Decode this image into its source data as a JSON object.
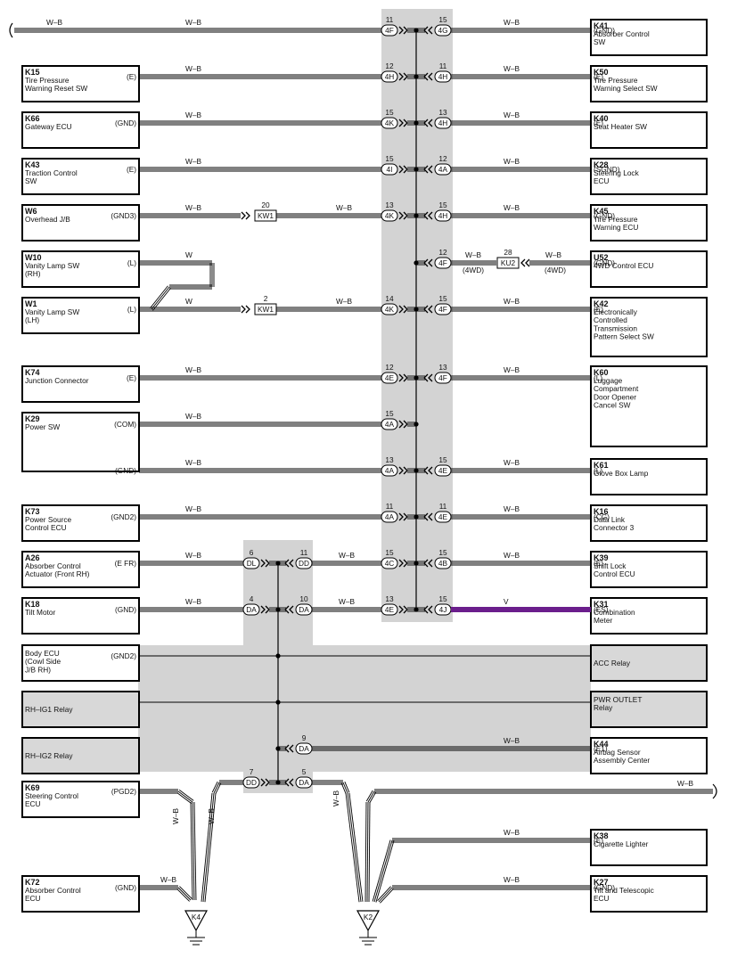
{
  "colors": {
    "splice_area": "#d3d3d3",
    "relay_fill": "#d8d8d8",
    "wire": "#000000",
    "violet_wire": "#6b1e8c"
  },
  "left_components": [
    {
      "id": "K15",
      "name": [
        "Tire Pressure",
        "Warning Reset SW"
      ],
      "pin": "(E)",
      "wire": "W–B"
    },
    {
      "id": "K66",
      "name": [
        "Gateway ECU"
      ],
      "pin": "(GND)",
      "wire": "W–B"
    },
    {
      "id": "K43",
      "name": [
        "Traction Control",
        "SW"
      ],
      "pin": "(E)",
      "wire": "W–B"
    },
    {
      "id": "W6",
      "name": [
        "Overhead J/B"
      ],
      "pin": "(GND3)",
      "wire": "W–B"
    },
    {
      "id": "W10",
      "name": [
        "Vanity Lamp SW",
        "(RH)"
      ],
      "pin": "(L)",
      "wire": "W"
    },
    {
      "id": "W1",
      "name": [
        "Vanity Lamp SW",
        "(LH)"
      ],
      "pin": "(L)",
      "wire": "W"
    },
    {
      "id": "K74",
      "name": [
        "Junction Connector"
      ],
      "pin": "(E)",
      "wire": "W–B"
    },
    {
      "id": "K29",
      "name": [
        "Power SW"
      ],
      "pins": [
        "(COM)",
        "(GND)"
      ],
      "wire": "W–B"
    },
    {
      "id": "K73",
      "name": [
        "Power Source",
        "Control ECU"
      ],
      "pin": "(GND2)",
      "wire": "W–B"
    },
    {
      "id": "A26",
      "name": [
        "Absorber Control",
        "Actuator (Front RH)"
      ],
      "pin": "(E FR)",
      "wire": "W–B"
    },
    {
      "id": "K18",
      "name": [
        "Tilt Motor"
      ],
      "pin": "(GND)",
      "wire": "W–B"
    },
    {
      "id": "",
      "name": [
        "Body ECU",
        "(Cowl Side",
        "J/B RH)"
      ],
      "pin": "(GND2)"
    },
    {
      "id": "",
      "name": [
        "RH–IG1 Relay"
      ]
    },
    {
      "id": "",
      "name": [
        "RH–IG2 Relay"
      ]
    },
    {
      "id": "K69",
      "name": [
        "Steering Control",
        "ECU"
      ],
      "pin": "(PGD2)",
      "wire": "W–B"
    },
    {
      "id": "K72",
      "name": [
        "Absorber Control",
        "ECU"
      ],
      "pin": "(GND)",
      "wire": "W–B"
    }
  ],
  "right_components": [
    {
      "id": "K41",
      "name": [
        "Absorber Control",
        "SW"
      ],
      "pin": "(GND)",
      "wire": "W–B"
    },
    {
      "id": "K50",
      "name": [
        "Tire Pressure",
        "Warning Select SW"
      ],
      "pin": "(E)",
      "wire": "W–B"
    },
    {
      "id": "K40",
      "name": [
        "Seat Heater SW"
      ],
      "pin": "(E)",
      "wire": "W–B"
    },
    {
      "id": "K28",
      "name": [
        "Steering Lock",
        "ECU"
      ],
      "pin": "(SGND)",
      "wire": "W–B"
    },
    {
      "id": "K45",
      "name": [
        "Tire Pressure",
        "Warning ECU"
      ],
      "pin": "(GND)",
      "wire": "W–B"
    },
    {
      "id": "U52",
      "name": [
        "4WD Control ECU"
      ],
      "pin": "(GND)",
      "wire": "W–B"
    },
    {
      "id": "K42",
      "name": [
        "Electronically",
        "Controlled",
        "Transmission",
        "Pattern Select SW"
      ],
      "pin": "(E)",
      "wire": "W–B"
    },
    {
      "id": "K60",
      "name": [
        "Luggage",
        "Compartment",
        "Door Opener",
        "Cancel SW"
      ],
      "pin": "(L)",
      "wire": "W–B"
    },
    {
      "id": "K61",
      "name": [
        "Glove Box Lamp"
      ],
      "pin": "(L)",
      "wire": "W–B"
    },
    {
      "id": "K16",
      "name": [
        "Data Link",
        "Connector 3"
      ],
      "pin": "(CG)",
      "wire": "W–B"
    },
    {
      "id": "K39",
      "name": [
        "Shift Lock",
        "Control ECU"
      ],
      "pin": "(E)",
      "wire": "W–B"
    },
    {
      "id": "K31",
      "name": [
        "Combination",
        "Meter"
      ],
      "pin": "(ES)",
      "wire": "V"
    },
    {
      "id": "",
      "name": [
        "ACC Relay"
      ]
    },
    {
      "id": "",
      "name": [
        "PWR OUTLET",
        "Relay"
      ]
    },
    {
      "id": "K44",
      "name": [
        "Airbag Sensor",
        "Assembly Center"
      ],
      "pin": "(E1)",
      "wire": "W–B"
    },
    {
      "id": "K38",
      "name": [
        "Cigarette Lighter"
      ],
      "pin": "(E)",
      "wire": "W–B"
    },
    {
      "id": "K27",
      "name": [
        "Tilt and Telescopic",
        "ECU"
      ],
      "pin": "(GND)",
      "wire": "W–B"
    }
  ],
  "center_connectors": [
    {
      "left": {
        "num": "11",
        "code": "4F"
      },
      "right": {
        "num": "15",
        "code": "4G"
      }
    },
    {
      "left": {
        "num": "12",
        "code": "4H"
      },
      "right": {
        "num": "11",
        "code": "4H"
      }
    },
    {
      "left": {
        "num": "15",
        "code": "4K"
      },
      "right": {
        "num": "13",
        "code": "4H"
      }
    },
    {
      "left": {
        "num": "15",
        "code": "4I"
      },
      "right": {
        "num": "12",
        "code": "4A"
      }
    },
    {
      "left": {
        "num": "13",
        "code": "4K"
      },
      "right": {
        "num": "15",
        "code": "4H"
      }
    },
    {
      "right": {
        "num": "12",
        "code": "4F"
      }
    },
    {
      "left": {
        "num": "14",
        "code": "4K"
      },
      "right": {
        "num": "15",
        "code": "4F"
      }
    },
    {
      "left": {
        "num": "12",
        "code": "4E"
      },
      "right": {
        "num": "13",
        "code": "4F"
      }
    },
    {
      "left": {
        "num": "15",
        "code": "4A"
      }
    },
    {
      "left": {
        "num": "13",
        "code": "4A"
      },
      "right": {
        "num": "15",
        "code": "4E"
      }
    },
    {
      "left": {
        "num": "11",
        "code": "4A"
      },
      "right": {
        "num": "11",
        "code": "4E"
      }
    },
    {
      "left": {
        "num": "15",
        "code": "4C"
      },
      "right": {
        "num": "15",
        "code": "4B"
      }
    },
    {
      "left": {
        "num": "13",
        "code": "4E"
      },
      "right": {
        "num": "15",
        "code": "4J"
      }
    }
  ],
  "lower_connectors": [
    {
      "left": {
        "num": "6",
        "code": "DL"
      },
      "right": {
        "num": "11",
        "code": "DD"
      }
    },
    {
      "left": {
        "num": "4",
        "code": "DA"
      },
      "right": {
        "num": "10",
        "code": "DA"
      }
    },
    {
      "right": {
        "num": "9",
        "code": "DA"
      }
    },
    {
      "left": {
        "num": "7",
        "code": "DD"
      },
      "right": {
        "num": "5",
        "code": "DA"
      }
    }
  ],
  "inline_connectors": [
    {
      "num": "20",
      "code": "KW1"
    },
    {
      "num": "28",
      "code": "KU2"
    },
    {
      "num": "2",
      "code": "KW1"
    }
  ],
  "wire_labels": {
    "wb": "W–B",
    "w": "W",
    "v": "V",
    "fourwd": "(4WD)"
  },
  "grounds": [
    {
      "id": "K4"
    },
    {
      "id": "K2"
    }
  ]
}
